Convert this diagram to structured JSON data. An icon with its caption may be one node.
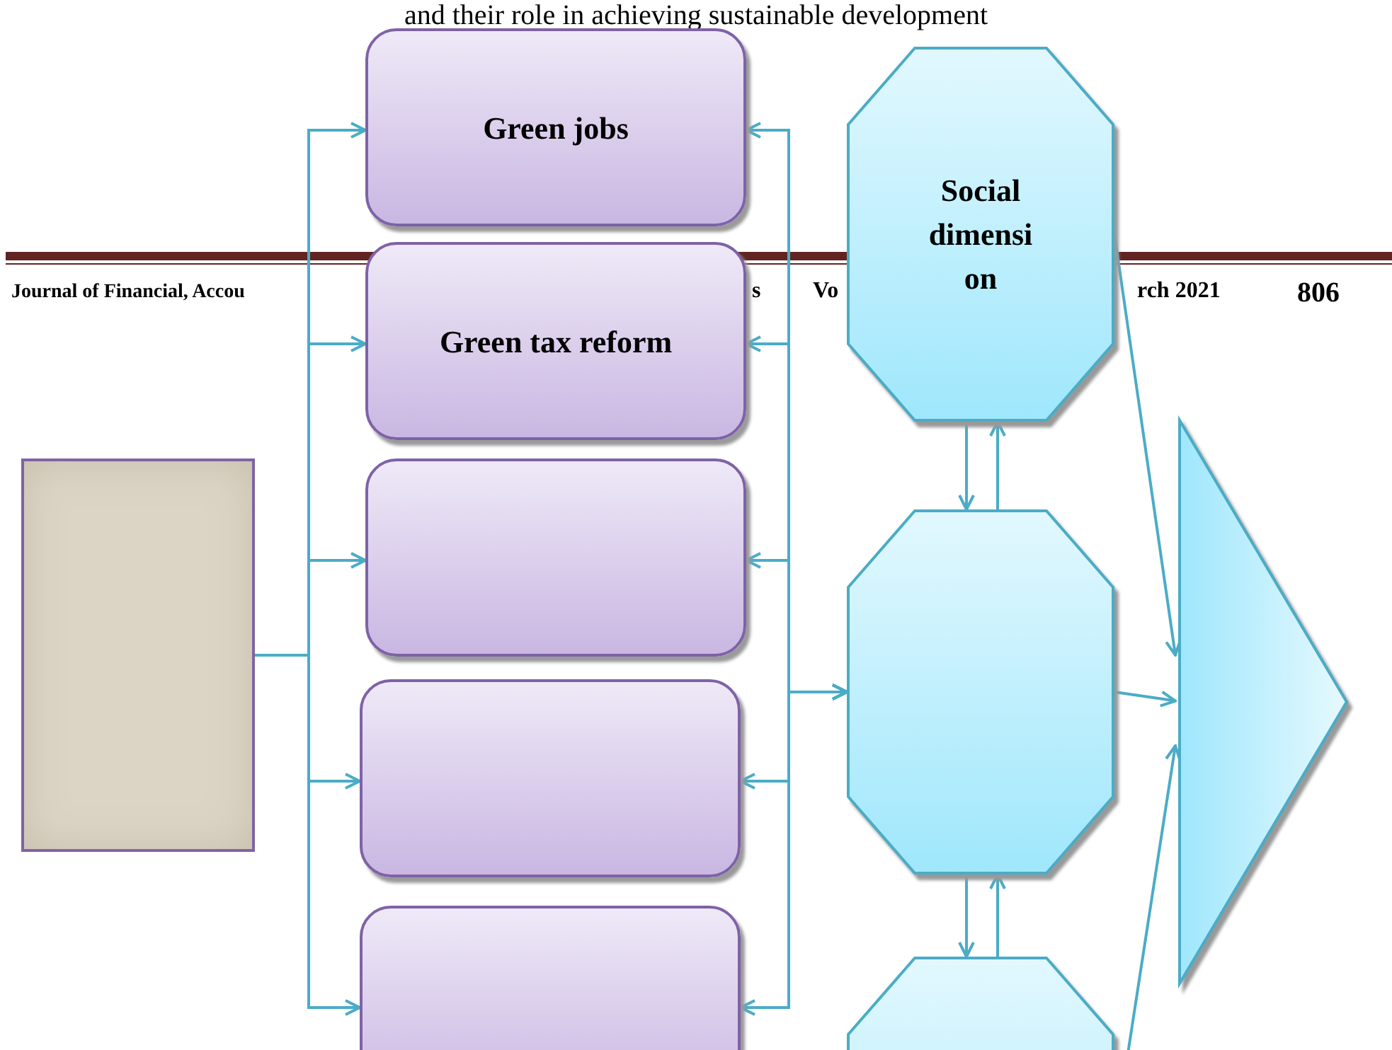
{
  "diagram": {
    "nodes": [
      {
        "text": [],
        "shape": "box"
      },
      {
        "text": [
          "Green jobs"
        ]
      },
      {
        "text": [
          "Green tax reform"
        ]
      },
      {
        "text": [],
        "shape": "box"
      },
      {
        "text": [],
        "shape": "box"
      },
      {
        "text": [],
        "shape": "box"
      },
      {
        "text": [
          "Social dimensi on"
        ]
      },
      {
        "text": [],
        "shape": "octagon"
      },
      {
        "text": [],
        "shape": "octagon"
      },
      {
        "text": [],
        "shape": "triangle"
      }
    ],
    "edges": [
      {
        "from": 0,
        "to": 1,
        "arrow": "to"
      },
      {
        "from": 0,
        "to": 2,
        "arrow": "to"
      },
      {
        "from": 0,
        "to": 3,
        "arrow": "to"
      },
      {
        "from": 0,
        "to": 4,
        "arrow": "to"
      },
      {
        "from": 0,
        "to": 5,
        "arrow": "to"
      },
      {
        "from": 1,
        "to": 7,
        "arrow": "both"
      },
      {
        "from": 2,
        "to": 7,
        "arrow": "both"
      },
      {
        "from": 3,
        "to": 7,
        "arrow": "both"
      },
      {
        "from": 4,
        "to": 7,
        "arrow": "both"
      },
      {
        "from": 5,
        "to": 7,
        "arrow": "both"
      },
      {
        "from": 6,
        "to": 7,
        "arrow": "to"
      },
      {
        "from": 7,
        "to": 6,
        "arrow": "to"
      },
      {
        "from": 7,
        "to": 8,
        "arrow": "to"
      },
      {
        "from": 8,
        "to": 7,
        "arrow": "to"
      },
      {
        "from": 6,
        "to": 9,
        "arrow": "to"
      },
      {
        "from": 7,
        "to": 9,
        "arrow": "to"
      },
      {
        "from": 8,
        "to": 9,
        "arrow": "to"
      }
    ],
    "labels": [
      "and their role in achieving sustainable development",
      "Journal of Financial, Accou",
      "s",
      "Vo",
      "rch 2021",
      "806"
    ]
  }
}
